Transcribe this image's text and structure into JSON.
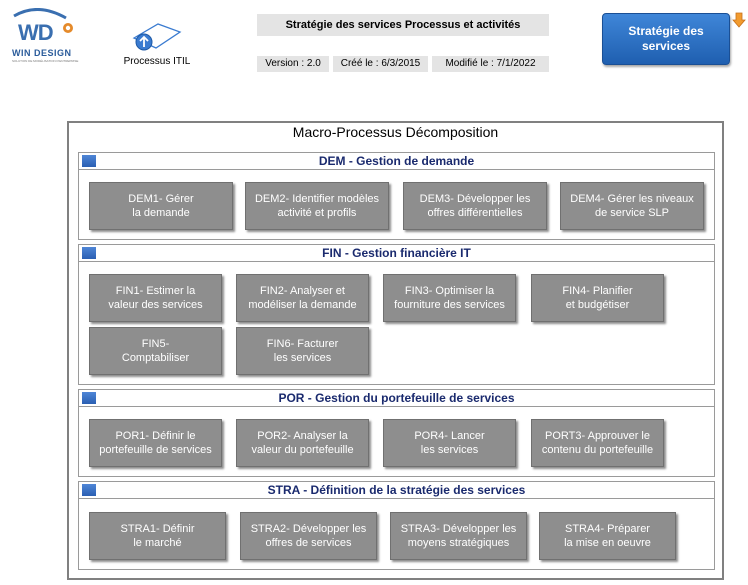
{
  "logo": {
    "mark": "WD",
    "name": "WIN DESIGN",
    "tagline": "SOLUTION DE MODÉLISATION D'ENTREPRISE"
  },
  "itil": {
    "label": "Processus ITIL",
    "icon": "circle-arrow-up-icon"
  },
  "header": {
    "title": "Stratégie des services Processus et activités",
    "version": "Version : 2.0",
    "created": "Créé le : 6/3/2015",
    "modified": "Modifié le : 7/1/2022"
  },
  "strategy_button": {
    "label": "Stratégie des\nservices",
    "icon": "orange-down-arrow-icon"
  },
  "diagram": {
    "title": "Macro-Processus Décomposition",
    "sections": [
      {
        "title": "DEM - Gestion de demande",
        "boxes": [
          "DEM1- Gérer\nla demande",
          "DEM2- Identifier modèles\nactivité et profils",
          "DEM3- Développer les\noffres différentielles",
          "DEM4- Gérer les niveaux\nde service SLP"
        ]
      },
      {
        "title": "FIN - Gestion financière IT",
        "boxes": [
          "FIN1- Estimer la\nvaleur des services",
          "FIN2- Analyser et\nmodéliser la demande",
          "FIN3- Optimiser la\nfourniture des services",
          "FIN4- Planifier\net budgétiser",
          "FIN5-\nComptabiliser",
          "FIN6- Facturer\nles services"
        ]
      },
      {
        "title": "POR - Gestion du portefeuille de services",
        "boxes": [
          "POR1- Définir le\nportefeuille de services",
          "POR2- Analyser la\nvaleur du portefeuille",
          "POR4- Lancer\nles services",
          "PORT3- Approuver le\ncontenu du portefeuille"
        ]
      },
      {
        "title": "STRA - Définition de la stratégie des services",
        "boxes": [
          "STRA1- Définir\nle marché",
          "STRA2- Développer les\noffres de services",
          "STRA3- Développer les\nmoyens stratégiques",
          "STRA4- Préparer\nla mise en oeuvre"
        ]
      }
    ]
  }
}
